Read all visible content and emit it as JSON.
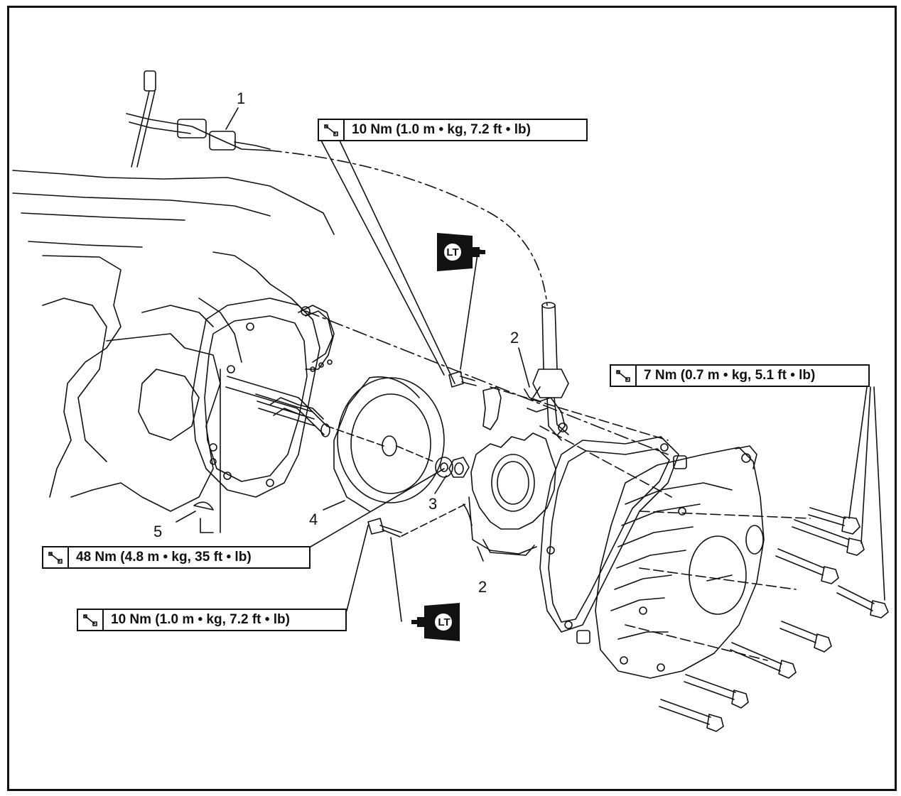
{
  "callouts": {
    "c1": "1",
    "c2a": "2",
    "c2b": "2",
    "c3": "3",
    "c4": "4",
    "c5": "5"
  },
  "torque_specs": {
    "top": "10 Nm (1.0 m • kg, 7.2 ft • lb)",
    "right": "7 Nm (0.7 m • kg, 5.1 ft • lb)",
    "left": "48 Nm (4.8 m • kg, 35 ft • lb)",
    "bottom": "10 Nm (1.0 m • kg, 7.2 ft • lb)"
  },
  "lt_badges": {
    "upper": "LT",
    "lower": "LT"
  },
  "icons": {
    "torque": "torque-wrench-icon",
    "threadlock": "locktite-bottle-icon"
  },
  "colors": {
    "line": "#111111",
    "background": "#ffffff"
  }
}
